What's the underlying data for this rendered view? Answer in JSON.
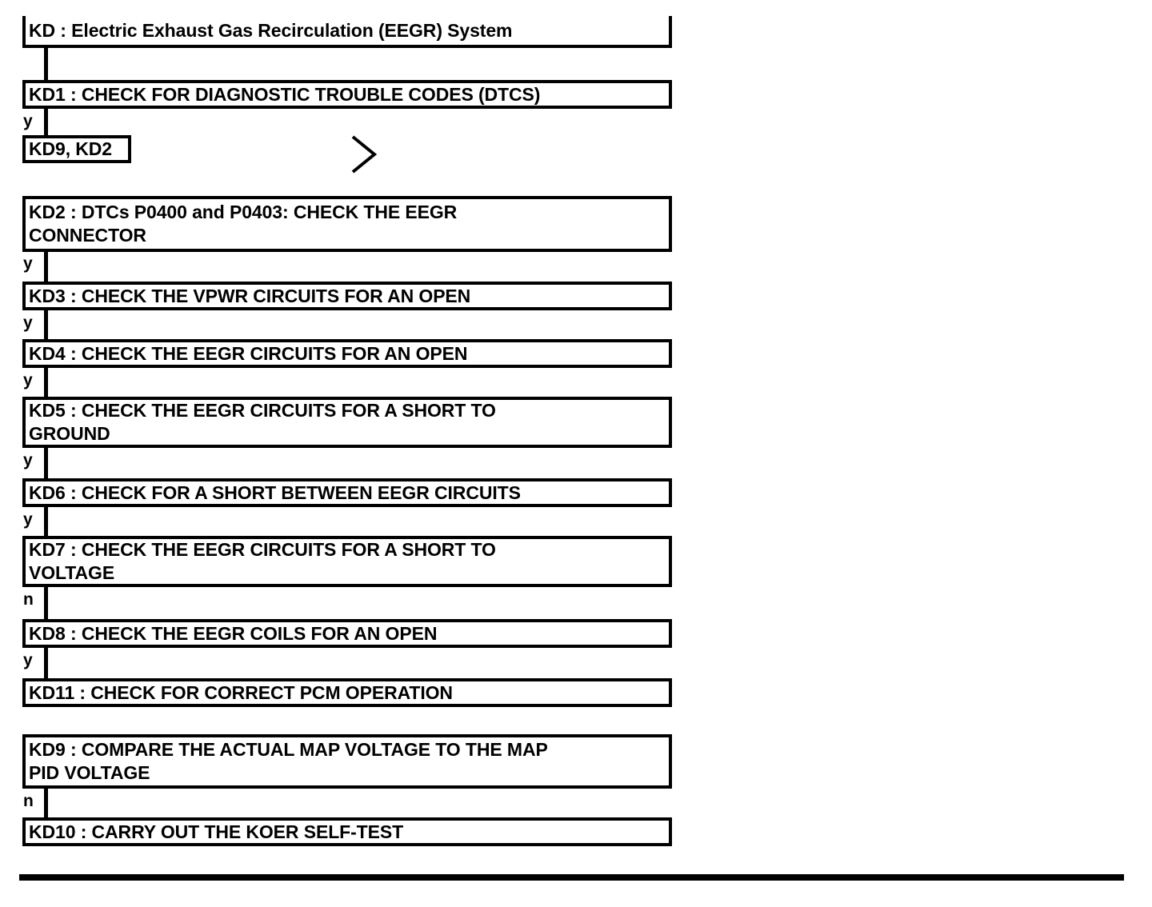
{
  "diagram": {
    "title": "KD : Electric Exhaust Gas Recirculation (EEGR) System",
    "type": "flowchart",
    "orientation": "vertical",
    "colors": {
      "stroke": "#000000",
      "fill": "#ffffff",
      "text": "#000000"
    },
    "nodes": [
      {
        "id": "KD",
        "label": "KD : Electric Exhaust Gas Recirculation (EEGR) System",
        "kind": "section-header",
        "clipped_top": true
      },
      {
        "id": "KD1",
        "label": "KD1 : CHECK FOR DIAGNOSTIC TROUBLE CODES (DTCS)",
        "kind": "step"
      },
      {
        "id": "KD9_KD2_REF",
        "label": "KD9, KD2",
        "kind": "reference"
      },
      {
        "id": "KD2",
        "label": "KD2 : DTCs P0400 and P0403: CHECK THE EEGR\nCONNECTOR",
        "kind": "step"
      },
      {
        "id": "KD3",
        "label": "KD3 : CHECK THE VPWR CIRCUITS FOR AN OPEN",
        "kind": "step"
      },
      {
        "id": "KD4",
        "label": "KD4 : CHECK THE EEGR CIRCUITS FOR AN OPEN",
        "kind": "step"
      },
      {
        "id": "KD5",
        "label": "KD5 : CHECK THE EEGR CIRCUITS FOR A SHORT TO\nGROUND",
        "kind": "step"
      },
      {
        "id": "KD6",
        "label": "KD6 : CHECK FOR A SHORT BETWEEN EEGR CIRCUITS",
        "kind": "step"
      },
      {
        "id": "KD7",
        "label": "KD7 : CHECK THE EEGR CIRCUITS FOR A SHORT TO\nVOLTAGE",
        "kind": "step"
      },
      {
        "id": "KD8",
        "label": "KD8 : CHECK THE EEGR COILS FOR AN OPEN",
        "kind": "step"
      },
      {
        "id": "KD11",
        "label": "KD11 : CHECK FOR CORRECT PCM OPERATION",
        "kind": "step"
      },
      {
        "id": "KD9",
        "label": "KD9 : COMPARE THE ACTUAL MAP VOLTAGE TO THE MAP\nPID VOLTAGE",
        "kind": "step"
      },
      {
        "id": "KD10",
        "label": "KD10 : CARRY OUT THE KOER SELF-TEST",
        "kind": "step"
      }
    ],
    "edges": [
      {
        "from": "KD",
        "to": "KD1",
        "label": ""
      },
      {
        "from": "KD1",
        "to": "KD9_KD2_REF",
        "label": "y"
      },
      {
        "from": "KD2",
        "to": "KD3",
        "label": "y"
      },
      {
        "from": "KD3",
        "to": "KD4",
        "label": "y"
      },
      {
        "from": "KD4",
        "to": "KD5",
        "label": "y"
      },
      {
        "from": "KD5",
        "to": "KD6",
        "label": "y"
      },
      {
        "from": "KD6",
        "to": "KD7",
        "label": "y"
      },
      {
        "from": "KD7",
        "to": "KD8",
        "label": "n"
      },
      {
        "from": "KD8",
        "to": "KD11",
        "label": "y"
      },
      {
        "from": "KD9",
        "to": "KD10",
        "label": "n"
      }
    ],
    "markers": [
      {
        "id": "page-break-chevron",
        "glyph": "chevron-right-icon"
      }
    ],
    "footer": {
      "rule": "horizontal-rule"
    }
  }
}
